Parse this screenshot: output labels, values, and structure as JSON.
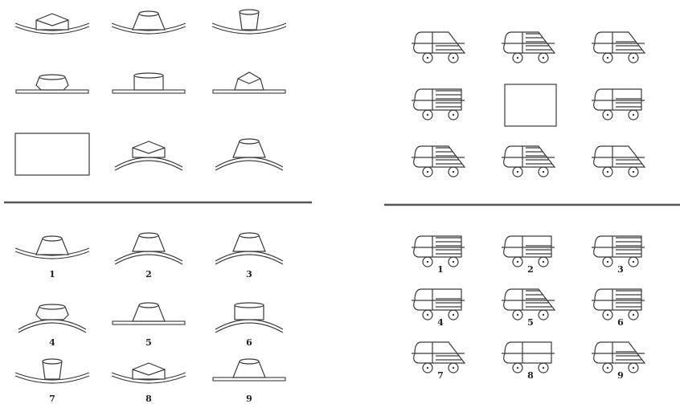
{
  "left_panel": {
    "problem_shapes": [
      {
        "base": "curve-down",
        "top": "diamond-box"
      },
      {
        "base": "curve-down",
        "top": "dome"
      },
      {
        "base": "curve-down",
        "top": "cup"
      },
      {
        "base": "flat",
        "top": "bucket-diamond"
      },
      {
        "base": "flat",
        "top": "cylinder"
      },
      {
        "base": "flat",
        "top": "diamond-trap"
      },
      {
        "base": "missing",
        "top": "blank"
      },
      {
        "base": "arch-up",
        "top": "diamond-box"
      },
      {
        "base": "arch-up",
        "top": "dome"
      }
    ],
    "answer_shapes": [
      {
        "label": "1",
        "base": "curve-down",
        "top": "trapezoid"
      },
      {
        "label": "2",
        "base": "arch-up",
        "top": "trapezoid"
      },
      {
        "label": "3",
        "base": "arch-up",
        "top": "trapezoid"
      },
      {
        "label": "4",
        "base": "arch-up",
        "top": "bucket"
      },
      {
        "label": "5",
        "base": "flat",
        "top": "trapezoid"
      },
      {
        "label": "6",
        "base": "arch-up",
        "top": "cylinder"
      },
      {
        "label": "7",
        "base": "curve-down",
        "top": "cup"
      },
      {
        "label": "8",
        "base": "curve-down",
        "top": "diamond-box"
      },
      {
        "label": "9",
        "base": "flat",
        "top": "trapezoid"
      }
    ]
  },
  "right_panel": {
    "problem_vehicles": [
      {
        "nose": "slant",
        "stripes": "low"
      },
      {
        "nose": "slant",
        "stripes": "full"
      },
      {
        "nose": "slant",
        "stripes": "mid"
      },
      {
        "nose": "square",
        "stripes": "full"
      },
      {
        "nose": "blank",
        "stripes": "none"
      },
      {
        "nose": "square",
        "stripes": "mid"
      },
      {
        "nose": "slant",
        "stripes": "full"
      },
      {
        "nose": "slant",
        "stripes": "full"
      },
      {
        "nose": "slant",
        "stripes": "low"
      }
    ],
    "answer_vehicles": [
      {
        "label": "1",
        "nose": "square",
        "stripes": "full"
      },
      {
        "label": "2",
        "nose": "square",
        "stripes": "mid"
      },
      {
        "label": "3",
        "nose": "square",
        "stripes": "full"
      },
      {
        "label": "4",
        "nose": "square",
        "stripes": "mid"
      },
      {
        "label": "5",
        "nose": "slant",
        "stripes": "full"
      },
      {
        "label": "6",
        "nose": "square",
        "stripes": "full"
      },
      {
        "label": "7",
        "nose": "slant",
        "stripes": "low"
      },
      {
        "label": "8",
        "nose": "square",
        "stripes": "none"
      },
      {
        "label": "9",
        "nose": "slant",
        "stripes": "mid"
      }
    ]
  },
  "colors": {
    "ink": "#3a3a3a",
    "background": "#ffffff",
    "divider": "#555555"
  }
}
